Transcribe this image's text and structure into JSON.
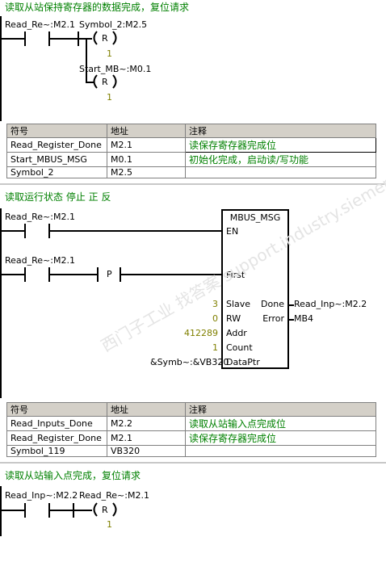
{
  "net1": {
    "comment": "读取从站保持寄存器的数据完成，复位请求",
    "contact1_label": "Read_Re~:M2.1",
    "contact2_label": "Symbol_2:M2.5",
    "coil1_type": "R",
    "coil1_count": "1",
    "coil2_label": "Start_MB~:M0.1",
    "coil2_type": "R",
    "coil2_count": "1",
    "table": {
      "headers": [
        "符号",
        "地址",
        "注释"
      ],
      "rows": [
        {
          "symbol": "Read_Register_Done",
          "address": "M2.1",
          "comment": "读保存寄存器完成位"
        },
        {
          "symbol": "Start_MBUS_MSG",
          "address": "M0.1",
          "comment": "初始化完成，启动读/写功能"
        },
        {
          "symbol": "Symbol_2",
          "address": "M2.5",
          "comment": ""
        }
      ]
    }
  },
  "net2": {
    "comment": "读取运行状态 停止  正  反",
    "contact1_label": "Read_Re~:M2.1",
    "contact2_label": "Read_Re~:M2.1",
    "p_label": "P",
    "block_title": "MBUS_MSG",
    "pins_left": [
      "EN",
      "First",
      "Slave",
      "RW",
      "Addr",
      "Count",
      "DataPtr"
    ],
    "pins_right": [
      "Done",
      "Error"
    ],
    "inputs": {
      "slave": "3",
      "rw": "0",
      "addr": "412289",
      "count": "1",
      "dataptr": "&Symb~:&VB320"
    },
    "outputs": {
      "done": "Read_Inp~:M2.2",
      "error": "MB4"
    },
    "table": {
      "headers": [
        "符号",
        "地址",
        "注释"
      ],
      "rows": [
        {
          "symbol": "Read_Inputs_Done",
          "address": "M2.2",
          "comment": "读取从站输入点完成位"
        },
        {
          "symbol": "Read_Register_Done",
          "address": "M2.1",
          "comment": "读保存寄存器完成位"
        },
        {
          "symbol": "Symbol_119",
          "address": "VB320",
          "comment": ""
        }
      ]
    }
  },
  "net3": {
    "comment": "读取从站输入点完成，复位请求",
    "contact1_label": "Read_Inp~:M2.2",
    "contact2_label": "Read_Re~:M2.1",
    "coil_type": "R",
    "coil_count": "1"
  },
  "watermark": "西门子工业 找答案 support.industry.siemens.com/cs",
  "colors": {
    "comment": "#008000",
    "value": "#808000",
    "rail": "#000000",
    "table_header": "#d4d0c8"
  }
}
